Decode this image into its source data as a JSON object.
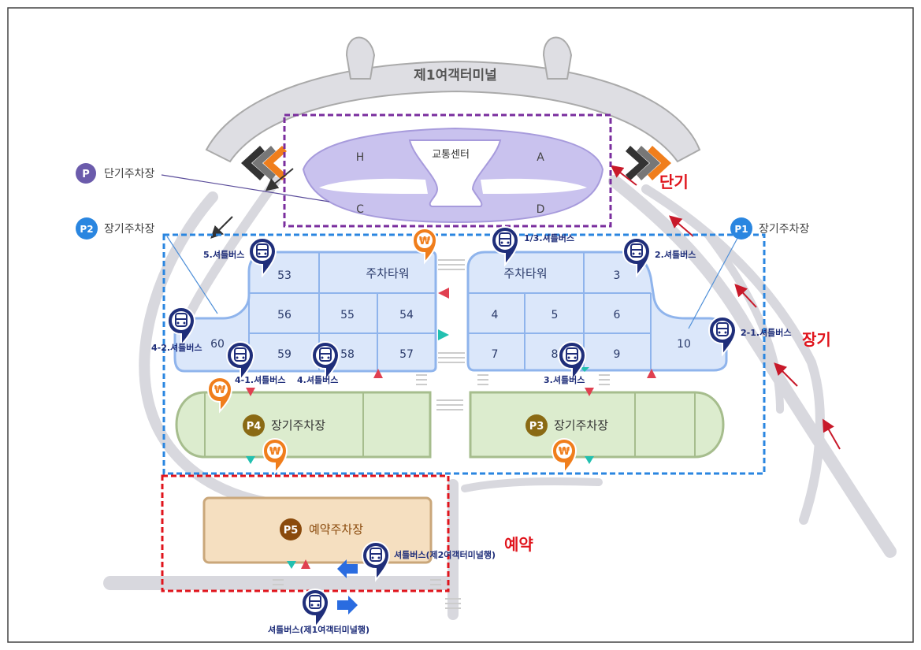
{
  "terminal": {
    "name": "제1여객터미널"
  },
  "short_term": {
    "badge": "P",
    "label": "단기주차장",
    "sections": [
      "H",
      "A",
      "C",
      "D"
    ],
    "center": "교통센터",
    "tag": "단기"
  },
  "long_term": {
    "p2": {
      "badge": "P2",
      "label": "장기주차장"
    },
    "p1": {
      "badge": "P1",
      "label": "장기주차장"
    },
    "p4": {
      "badge": "P4",
      "label": "장기주차장"
    },
    "p3": {
      "badge": "P3",
      "label": "장기주차장"
    },
    "tag": "장기",
    "tower_left": "주차타워",
    "tower_right": "주차타워",
    "lots": [
      "53",
      "56",
      "55",
      "54",
      "60",
      "59",
      "58",
      "57",
      "3",
      "4",
      "5",
      "6",
      "7",
      "8",
      "9",
      "10"
    ]
  },
  "reserved": {
    "badge": "P5",
    "label": "예약주차장",
    "tag": "예약"
  },
  "shuttle_stops": [
    "5.셔틀버스",
    "1/3.셔틀버스",
    "2.셔틀버스",
    "2-1.셔틀버스",
    "4-2.셔틀버스",
    "4-1.셔틀버스",
    "4.셔틀버스",
    "3.셔틀버스",
    "셔틀버스(제2여객터미널행)",
    "셔틀버스(제1여객터미널행)"
  ],
  "payment_icon": "won-icon",
  "colors": {
    "short_term_border": "#7a2e9e",
    "long_term_border": "#2a86e0",
    "reserved_border": "#e0141c",
    "tag_red": "#e0141c",
    "lot_blue": "#dbe7fa",
    "lot_green": "#dcecce",
    "lot_orange": "#f5dfc0",
    "shuttle_navy": "#1f2e7a",
    "won_orange": "#f07e1c"
  }
}
